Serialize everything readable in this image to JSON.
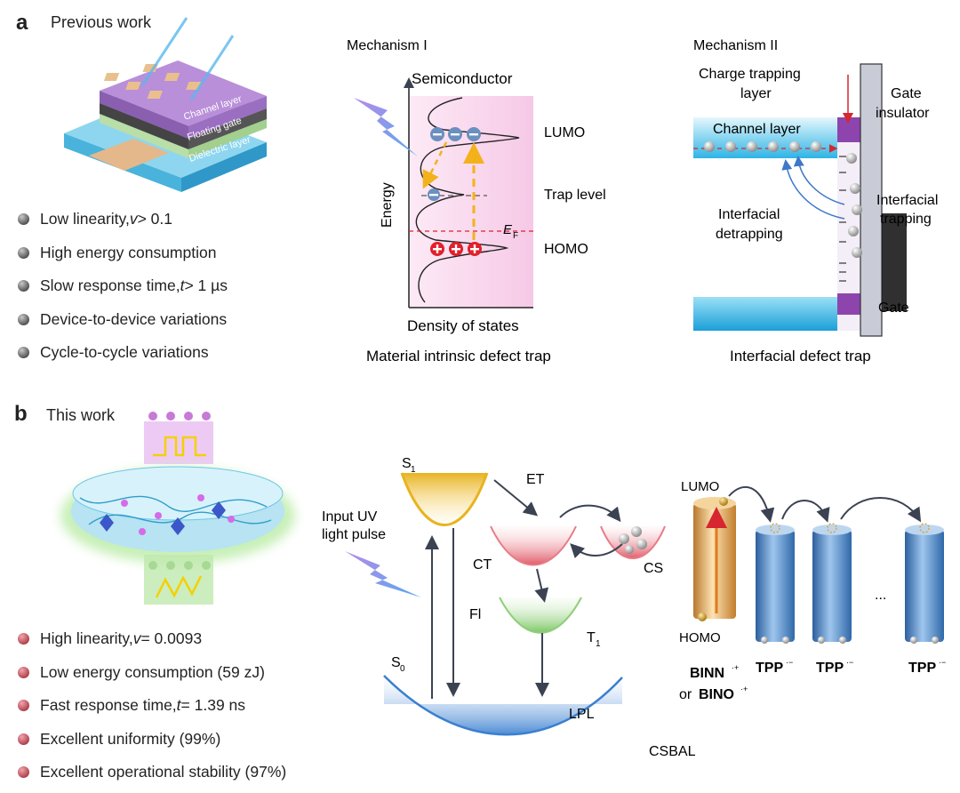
{
  "panel_a": {
    "letter": "a",
    "title": "Previous work",
    "device_layers": [
      "Channel layer",
      "Floating gate",
      "Dielectric layer"
    ],
    "bullets": [
      {
        "text": "Low linearity, ",
        "var": "v",
        "rest": " > 0.1"
      },
      {
        "text": "High energy consumption",
        "var": "",
        "rest": ""
      },
      {
        "text": "Slow response time, ",
        "var": "t",
        "rest": " > 1 µs"
      },
      {
        "text": "Device-to-device variations",
        "var": "",
        "rest": ""
      },
      {
        "text": "Cycle-to-cycle variations",
        "var": "",
        "rest": ""
      }
    ],
    "mech1": {
      "heading": "Mechanism I",
      "top": "Semiconductor",
      "yaxis": "Energy",
      "xaxis": "Density of states",
      "lumo": "LUMO",
      "trap": "Trap level",
      "homo": "HOMO",
      "ef": "E",
      "ef_sub": "F",
      "caption": "Material intrinsic defect trap"
    },
    "mech2": {
      "heading": "Mechanism II",
      "ctl_1": "Charge trapping",
      "ctl_2": "layer",
      "channel": "Channel layer",
      "gi_1": "Gate",
      "gi_2": "insulator",
      "it_1": "Interfacial",
      "it_2": "trapping",
      "id_1": "Interfacial",
      "id_2": "detrapping",
      "gate": "Gate",
      "caption": "Interfacial defect trap"
    }
  },
  "panel_b": {
    "letter": "b",
    "title": "This work",
    "bullets": [
      {
        "text": "High linearity, ",
        "var": "v",
        "rest": " = 0.0093"
      },
      {
        "text": "Low energy consumption (59 zJ)",
        "var": "",
        "rest": ""
      },
      {
        "text": "Fast response time, ",
        "var": "t",
        "rest": " = 1.39 ns"
      },
      {
        "text": "Excellent uniformity (99%)",
        "var": "",
        "rest": ""
      },
      {
        "text": "Excellent operational stability (97%)",
        "var": "",
        "rest": ""
      }
    ],
    "energy": {
      "input_1": "Input UV",
      "input_2": "light pulse",
      "s1": "S",
      "s1_sub": "1",
      "s0": "S",
      "s0_sub": "0",
      "et": "ET",
      "ct": "CT",
      "cs": "CS",
      "t1": "T",
      "t1_sub": "1",
      "fl": "Fl",
      "lpl": "LPL",
      "lumo": "LUMO",
      "homo": "HOMO",
      "binn": "BINN",
      "binn_sup": "·+",
      "or": "or ",
      "bino": "BINO",
      "bino_sup": "·+",
      "tpp": "TPP",
      "tpp_sup": "·−",
      "ellipsis": "...",
      "csbal": "CSBAL"
    }
  },
  "colors": {
    "mech_bg": "#fbdcef",
    "lumo_hole": "#6b8fbf",
    "homo_plus": "#e0202a",
    "yellow_arrow": "#f3b21c",
    "channel_blue": "#3fbfe8",
    "insulator_grey": "#c9cbd6",
    "trap_purple": "#8e44ad",
    "s1_gold": "#e8b320",
    "ct_red": "#e77b86",
    "t1_green": "#8ecf7a",
    "s0_blue": "#3a7fd0",
    "tpp_blue": "#4a8bd0",
    "binn_gold": "#e6a64a"
  }
}
